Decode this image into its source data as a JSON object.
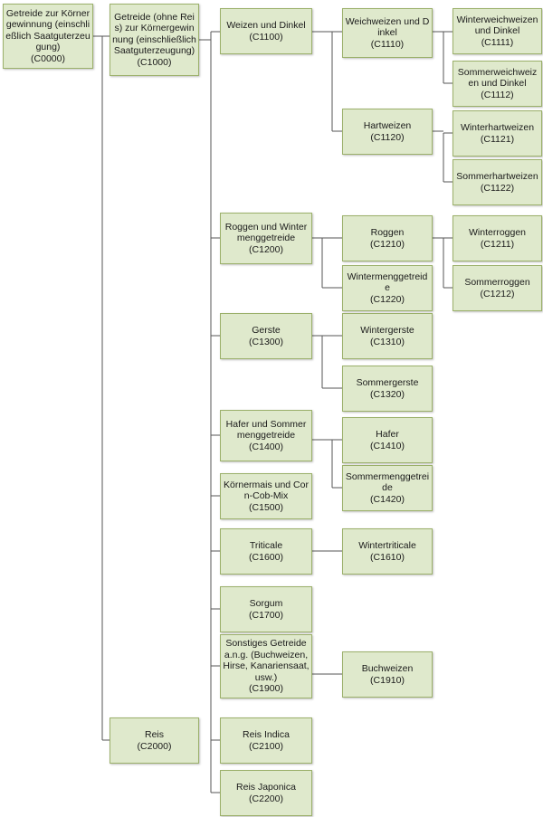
{
  "nodes": {
    "c0000": {
      "name": "Getreide zur Körnergewinnung (einschließlich Saatguterzeugung)",
      "code": "(C0000)"
    },
    "c1000": {
      "name": "Getreide (ohne Reis) zur Körnergewinnung (einschließlich Saatguterzeugung)",
      "code": "(C1000)"
    },
    "c1100": {
      "name": "Weizen und Dinkel",
      "code": "(C1100)"
    },
    "c1110": {
      "name": "Weichweizen und Dinkel",
      "code": "(C1110)"
    },
    "c1111": {
      "name": "Winterweichweizen und Dinkel",
      "code": "(C1111)"
    },
    "c1112": {
      "name": "Sommerweichweizen und Dinkel",
      "code": "(C1112)"
    },
    "c1120": {
      "name": "Hartweizen",
      "code": "(C1120)"
    },
    "c1121": {
      "name": "Winterhartweizen",
      "code": "(C1121)"
    },
    "c1122": {
      "name": "Sommerhartweizen",
      "code": "(C1122)"
    },
    "c1200": {
      "name": "Roggen und Wintermenggetreide",
      "code": "(C1200)"
    },
    "c1210": {
      "name": "Roggen",
      "code": "(C1210)"
    },
    "c1211": {
      "name": "Winterroggen",
      "code": "(C1211)"
    },
    "c1212": {
      "name": "Sommerroggen",
      "code": "(C1212)"
    },
    "c1220": {
      "name": "Wintermenggetreide",
      "code": "(C1220)"
    },
    "c1300": {
      "name": "Gerste",
      "code": "(C1300)"
    },
    "c1310": {
      "name": "Wintergerste",
      "code": "(C1310)"
    },
    "c1320": {
      "name": "Sommergerste",
      "code": "(C1320)"
    },
    "c1400": {
      "name": "Hafer und Sommermenggetreide",
      "code": "(C1400)"
    },
    "c1410": {
      "name": "Hafer",
      "code": "(C1410)"
    },
    "c1420": {
      "name": "Sommermenggetreide",
      "code": "(C1420)"
    },
    "c1500": {
      "name": "Körnermais und Corn-Cob-Mix",
      "code": "(C1500)"
    },
    "c1600": {
      "name": "Triticale",
      "code": "(C1600)"
    },
    "c1610": {
      "name": "Wintertriticale",
      "code": "(C1610)"
    },
    "c1700": {
      "name": "Sorgum",
      "code": "(C1700)"
    },
    "c1900": {
      "name": "Sonstiges Getreide a.n.g. (Buchweizen, Hirse, Kanariensaat, usw.)",
      "code": "(C1900)"
    },
    "c1910": {
      "name": "Buchweizen",
      "code": "(C1910)"
    },
    "c2000": {
      "name": "Reis",
      "code": "(C2000)"
    },
    "c2100": {
      "name": "Reis Indica",
      "code": "(C2100)"
    },
    "c2200": {
      "name": "Reis Japonica",
      "code": "(C2200)"
    }
  },
  "colors": {
    "box_fill": "#dfe9cc",
    "box_border": "#9bb06a",
    "connector": "#555555"
  }
}
